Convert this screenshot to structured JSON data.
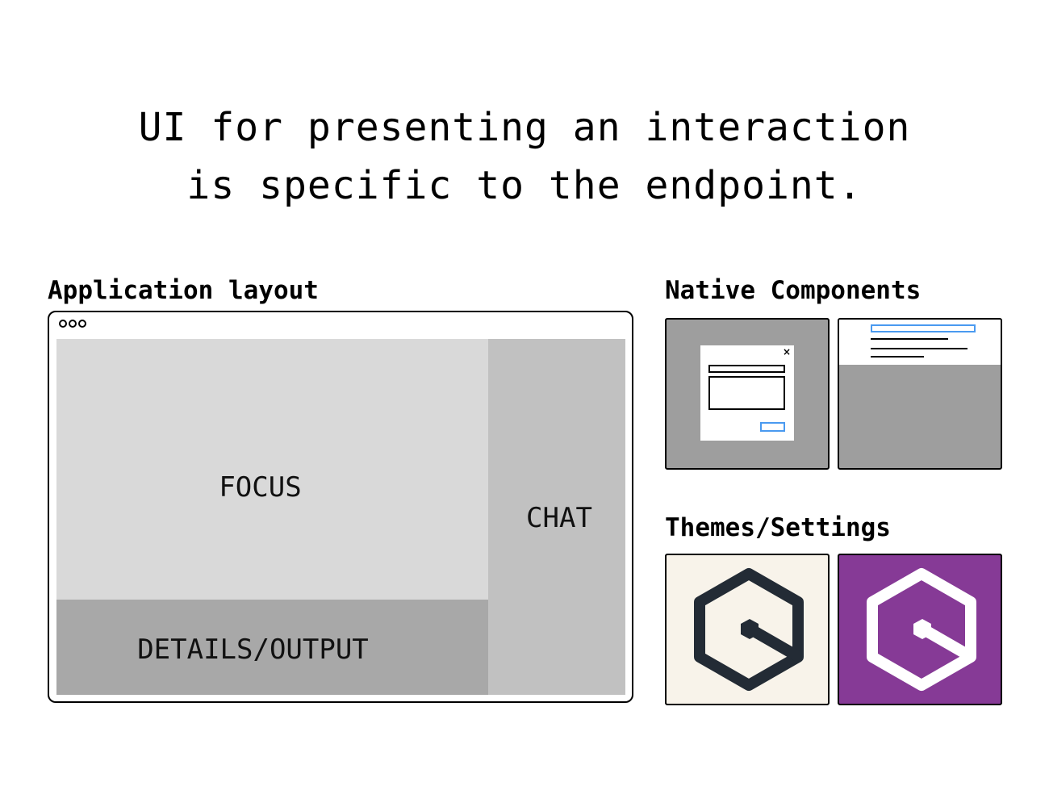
{
  "headline": {
    "line1": "UI for presenting an interaction",
    "line2": "is specific to the endpoint."
  },
  "application_layout": {
    "label": "Application layout",
    "panes": {
      "focus": "FOCUS",
      "details": "DETAILS/OUTPUT",
      "chat": "CHAT"
    }
  },
  "native_components": {
    "label": "Native Components",
    "dialog_close_glyph": "×"
  },
  "themes_settings": {
    "label": "Themes/Settings",
    "light_theme": {
      "background": "#f8f3ea",
      "logo_color": "#232b35"
    },
    "dark_theme": {
      "background": "#863a96",
      "logo_color": "#ffffff"
    }
  },
  "colors": {
    "accent": "#4a9af0",
    "focus_pane": "#d9d9d9",
    "details_pane": "#a8a8a8",
    "chat_pane": "#c1c1c1",
    "component_backdrop": "#9e9e9e"
  }
}
